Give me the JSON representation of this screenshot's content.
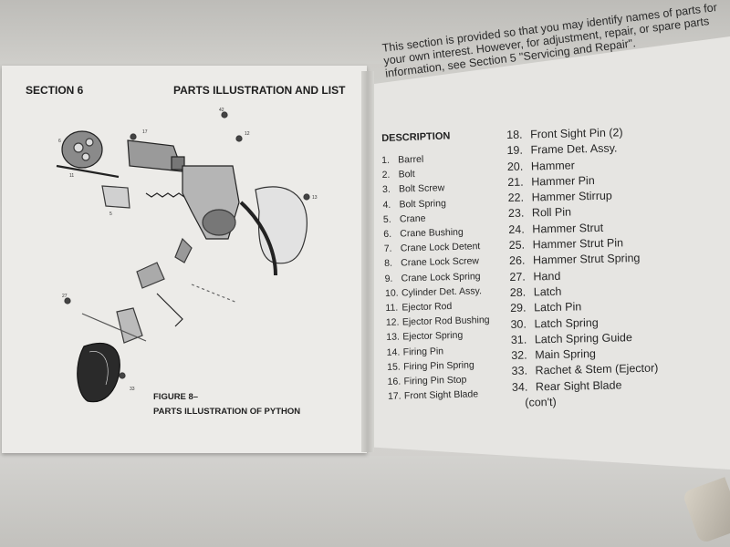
{
  "left_page": {
    "section_label": "SECTION 6",
    "section_title": "PARTS ILLUSTRATION AND LIST",
    "figure_label": "FIGURE 8–",
    "figure_caption": "PARTS ILLUSTRATION OF PYTHON"
  },
  "right_page": {
    "intro_lines": [
      "This section is provided so that you may identify names of parts for",
      "your own interest. However, for adjustment, repair, or spare parts",
      "information, see Section 5 \"Servicing and Repair\"."
    ],
    "description_heading": "DESCRIPTION",
    "parts_col1": [
      {
        "num": "1.",
        "name": "Barrel"
      },
      {
        "num": "2.",
        "name": "Bolt"
      },
      {
        "num": "3.",
        "name": "Bolt Screw"
      },
      {
        "num": "4.",
        "name": "Bolt Spring"
      },
      {
        "num": "5.",
        "name": "Crane"
      },
      {
        "num": "6.",
        "name": "Crane Bushing"
      },
      {
        "num": "7.",
        "name": "Crane Lock Detent"
      },
      {
        "num": "8.",
        "name": "Crane Lock Screw"
      },
      {
        "num": "9.",
        "name": "Crane Lock Spring"
      },
      {
        "num": "10.",
        "name": "Cylinder Det. Assy."
      },
      {
        "num": "11.",
        "name": "Ejector Rod"
      },
      {
        "num": "12.",
        "name": "Ejector Rod Bushing"
      },
      {
        "num": "13.",
        "name": "Ejector Spring"
      },
      {
        "num": "14.",
        "name": "Firing Pin"
      },
      {
        "num": "15.",
        "name": "Firing Pin Spring"
      },
      {
        "num": "16.",
        "name": "Firing Pin Stop"
      },
      {
        "num": "17.",
        "name": "Front Sight Blade"
      }
    ],
    "parts_col2": [
      {
        "num": "18.",
        "name": "Front Sight Pin (2)"
      },
      {
        "num": "19.",
        "name": "Frame Det. Assy."
      },
      {
        "num": "20.",
        "name": "Hammer"
      },
      {
        "num": "21.",
        "name": "Hammer Pin"
      },
      {
        "num": "22.",
        "name": "Hammer Stirrup"
      },
      {
        "num": "23.",
        "name": "Roll Pin"
      },
      {
        "num": "24.",
        "name": "Hammer Strut"
      },
      {
        "num": "25.",
        "name": "Hammer Strut Pin"
      },
      {
        "num": "26.",
        "name": "Hammer Strut Spring"
      },
      {
        "num": "27.",
        "name": "Hand"
      },
      {
        "num": "28.",
        "name": "Latch"
      },
      {
        "num": "29.",
        "name": "Latch Pin"
      },
      {
        "num": "30.",
        "name": "Latch Spring"
      },
      {
        "num": "31.",
        "name": "Latch Spring Guide"
      },
      {
        "num": "32.",
        "name": "Main Spring"
      },
      {
        "num": "33.",
        "name": "Rachet & Stem (Ejector)"
      },
      {
        "num": "34.",
        "name": "Rear Sight Blade"
      }
    ],
    "continued": "(con't)"
  }
}
